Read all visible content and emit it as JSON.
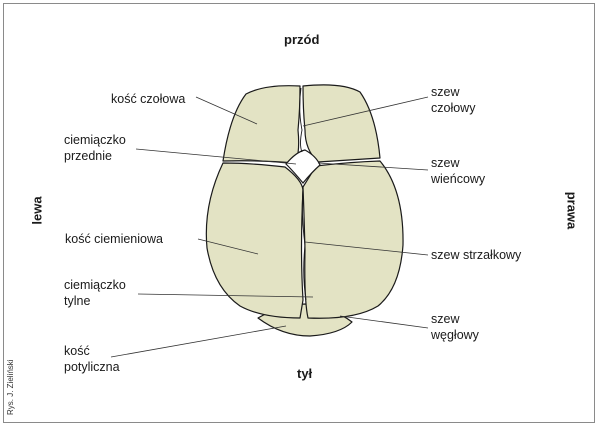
{
  "directions": {
    "front": "przód",
    "back": "tył",
    "left": "lewa",
    "right": "prawa"
  },
  "labels": {
    "frontal_bone": "kość czołowa",
    "anterior_fontanelle_1": "ciemiączko",
    "anterior_fontanelle_2": "przednie",
    "parietal_bone": "kość ciemieniowa",
    "posterior_fontanelle_1": "ciemiączko",
    "posterior_fontanelle_2": "tylne",
    "occipital_bone_1": "kość",
    "occipital_bone_2": "potyliczna",
    "frontal_suture_1": "szew",
    "frontal_suture_2": "czołowy",
    "coronal_suture_1": "szew",
    "coronal_suture_2": "wieńcowy",
    "sagittal_suture": "szew strzałkowy",
    "lambdoid_suture_1": "szew",
    "lambdoid_suture_2": "węgłowy"
  },
  "credit": "Rys. J. Zieliński",
  "colors": {
    "bone_fill": "#e3e3c4",
    "outline": "#1a1a1a",
    "leader": "#333333"
  }
}
